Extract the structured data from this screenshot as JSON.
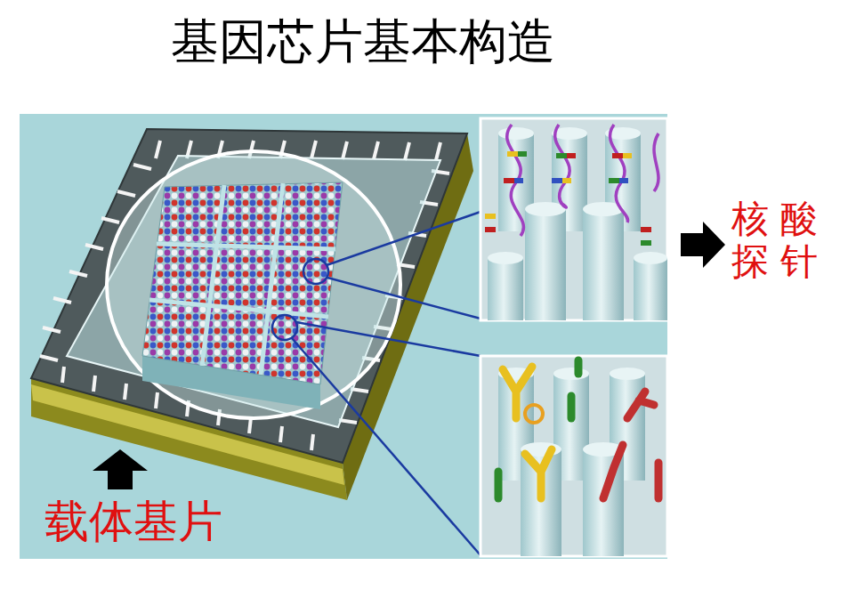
{
  "diagram": {
    "title": "基因芯片基本构造",
    "labels": [
      "核 酸 探 针",
      "载体基片"
    ]
  }
}
